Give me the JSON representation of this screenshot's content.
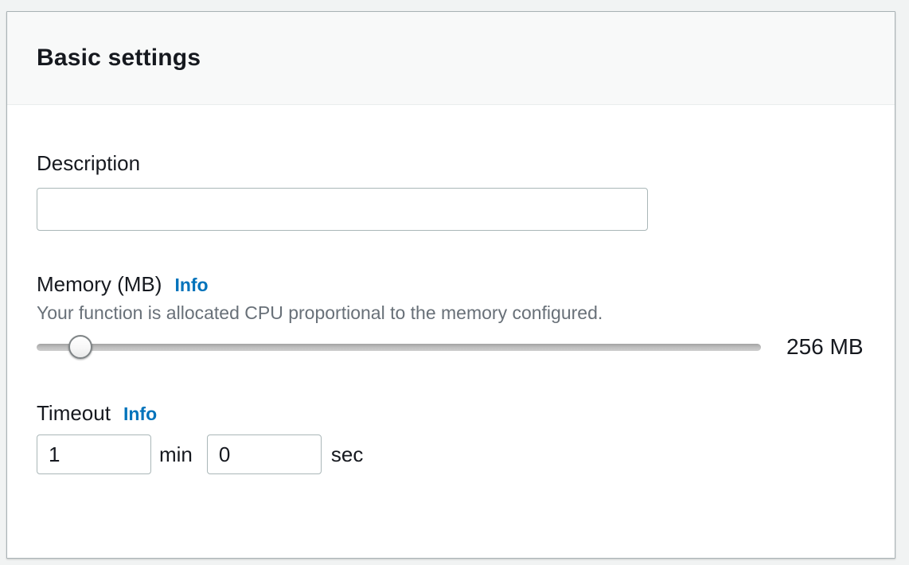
{
  "card": {
    "title": "Basic settings"
  },
  "fields": {
    "description": {
      "label": "Description",
      "value": "",
      "placeholder": ""
    },
    "memory": {
      "label": "Memory (MB)",
      "info_label": "Info",
      "helper": "Your function is allocated CPU proportional to the memory configured.",
      "value_label": "256 MB",
      "slider_percent": 6
    },
    "timeout": {
      "label": "Timeout",
      "info_label": "Info",
      "minutes_value": "1",
      "minutes_unit": "min",
      "seconds_value": "0",
      "seconds_unit": "sec"
    }
  },
  "colors": {
    "link_blue": "#0073bb",
    "text_dark": "#16191f",
    "helper_gray": "#687078",
    "input_border": "#aab7b8"
  }
}
